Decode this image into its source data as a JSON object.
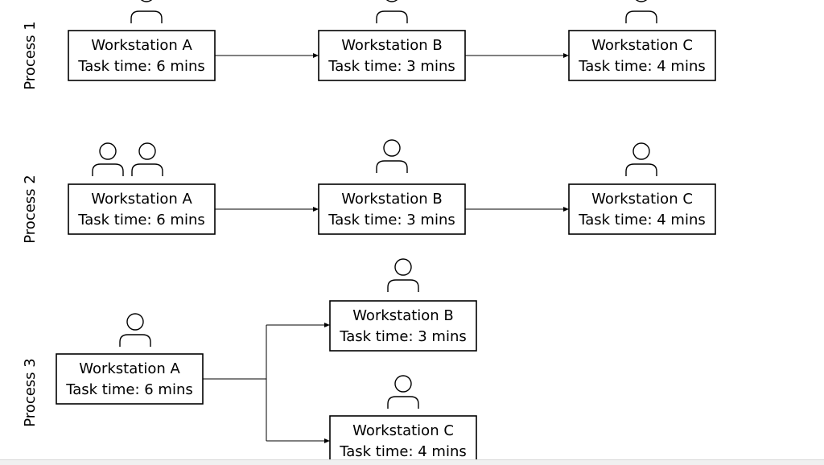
{
  "processes": [
    {
      "label": "Process 1",
      "stations": [
        {
          "name": "Workstation A",
          "time": "Task time: 6 mins",
          "operators": 1
        },
        {
          "name": "Workstation B",
          "time": "Task time: 3 mins",
          "operators": 1
        },
        {
          "name": "Workstation C",
          "time": "Task time: 4 mins",
          "operators": 1
        }
      ]
    },
    {
      "label": "Process 2",
      "stations": [
        {
          "name": "Workstation A",
          "time": "Task time: 6 mins",
          "operators": 2
        },
        {
          "name": "Workstation B",
          "time": "Task time: 3 mins",
          "operators": 1
        },
        {
          "name": "Workstation C",
          "time": "Task time: 4 mins",
          "operators": 1
        }
      ]
    },
    {
      "label": "Process 3",
      "stations": [
        {
          "name": "Workstation A",
          "time": "Task time: 6 mins",
          "operators": 1
        },
        {
          "name": "Workstation B",
          "time": "Task time: 3 mins",
          "operators": 1
        },
        {
          "name": "Workstation C",
          "time": "Task time: 4 mins",
          "operators": 1
        }
      ]
    }
  ]
}
